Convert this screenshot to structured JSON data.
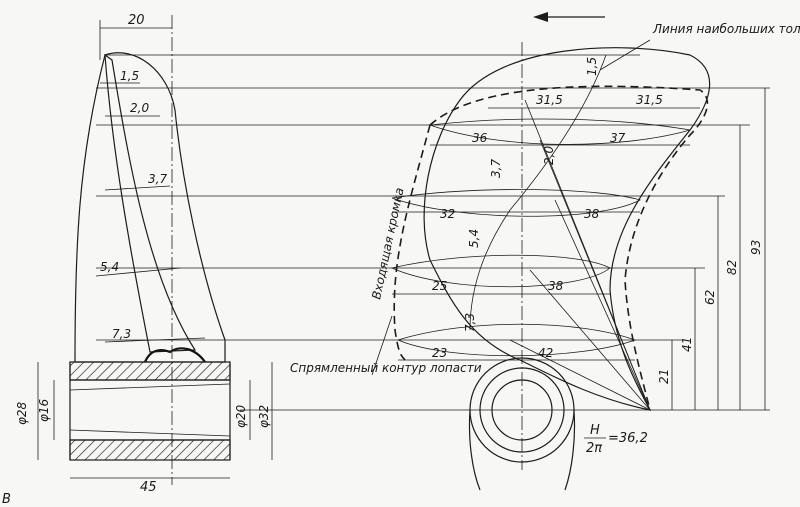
{
  "colors": {
    "ink": "#1c1c1c",
    "paper": "#f7f7f5"
  },
  "left_view": {
    "top_dim": "20",
    "thickness_labels": [
      "1,5",
      "2,0",
      "3,7",
      "5,4",
      "7,3"
    ],
    "hub_bottom_dim": "45",
    "hub_left_dims": [
      "φ28",
      "φ16"
    ],
    "hub_right_dims": [
      "φ20",
      "φ32"
    ]
  },
  "right_view": {
    "max_thickness_line_label": "Линия наибольших толщин",
    "leading_edge_label": "Входящая кромка",
    "straightened_contour_label": "Спрямленный контур лопасти",
    "top_thickness": "1,5",
    "chords_left": [
      "31,5",
      "36",
      "32",
      "25",
      "23"
    ],
    "chords_right": [
      "31,5",
      "37",
      "38",
      "38",
      "42"
    ],
    "inner_thickness": [
      "2,0",
      "3,7",
      "5,4",
      "7,3"
    ],
    "radius_dims": [
      "93",
      "82",
      "62",
      "41",
      "21"
    ],
    "pitch_label": "H/2π=36,2",
    "pitch_num": "H",
    "pitch_den": "2π",
    "pitch_val": "=36,2"
  },
  "corner_mark": "В"
}
